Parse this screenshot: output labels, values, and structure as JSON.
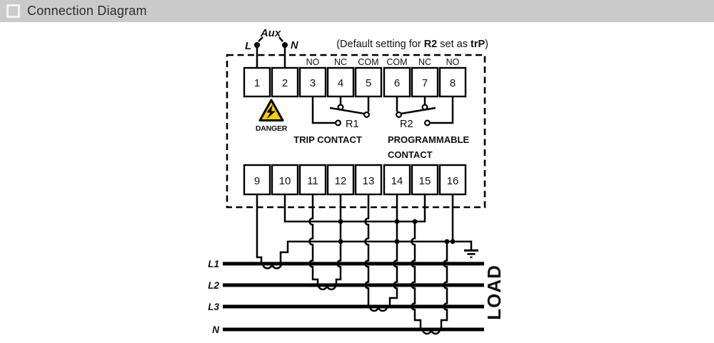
{
  "header": {
    "title": "Connection Diagram"
  },
  "aux": {
    "label": "Aux",
    "l": "L",
    "n": "N"
  },
  "note": {
    "pre": "(Default setting for ",
    "r2": "R2",
    "mid": " set as ",
    "trp": "trP",
    "post": ")"
  },
  "contact_labels": [
    "NO",
    "NC",
    "COM",
    "COM",
    "NC",
    "NO"
  ],
  "terminals": {
    "row1": [
      "1",
      "2",
      "3",
      "4",
      "5",
      "6",
      "7",
      "8"
    ],
    "row2": [
      "9",
      "10",
      "11",
      "12",
      "13",
      "14",
      "15",
      "16"
    ]
  },
  "danger": {
    "label": "DANGER"
  },
  "relays": {
    "r1": "R1",
    "r2": "R2",
    "trip_contact": "TRIP CONTACT",
    "programmable_line1": "PROGRAMMABLE",
    "programmable_line2": "CONTACT"
  },
  "power": {
    "phases": [
      "L1",
      "L2",
      "L3",
      "N"
    ],
    "load": "LOAD"
  },
  "colors": {
    "header_bar": "#cacaca",
    "danger_yellow": "#F3CE0C",
    "line": "#000000"
  }
}
